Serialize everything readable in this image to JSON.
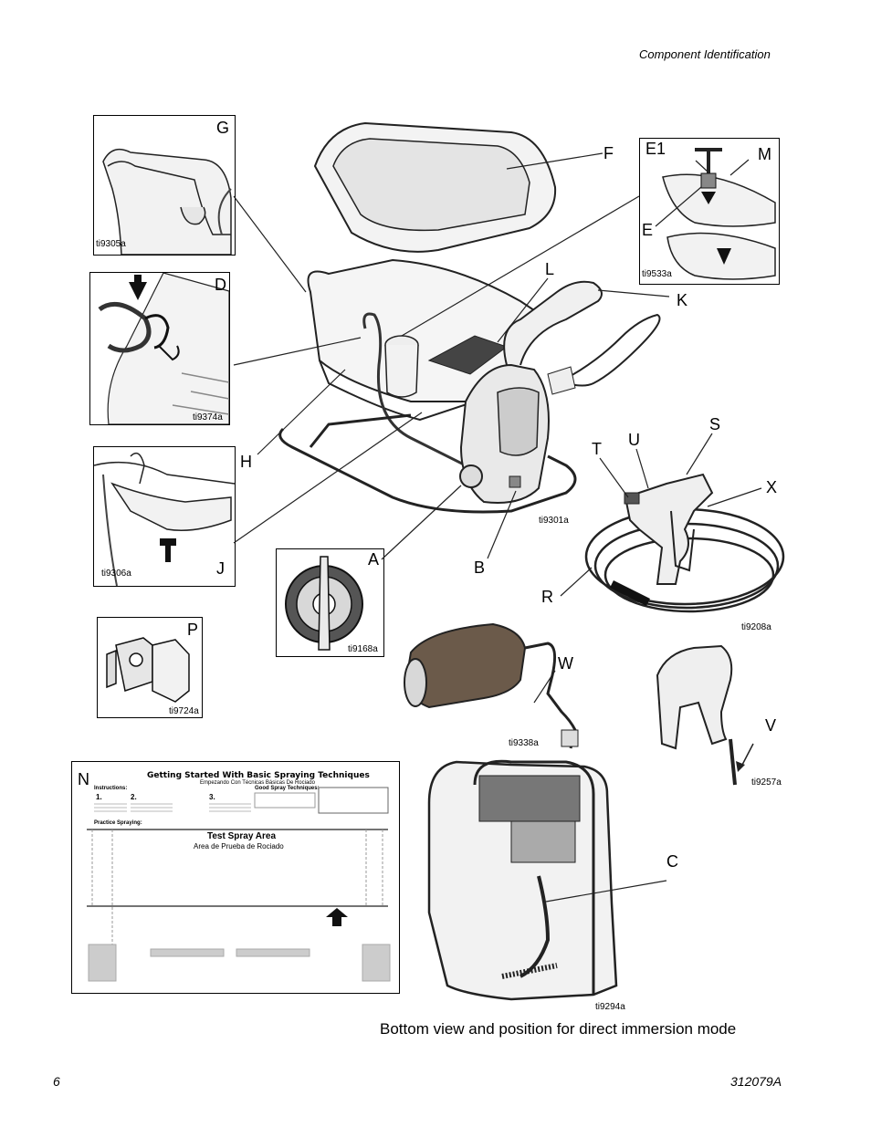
{
  "header": {
    "section_title": "Component Identification"
  },
  "footer": {
    "page_number": "6",
    "doc_number": "312079A"
  },
  "caption": "Bottom view and position for direct immersion mode",
  "labels": {
    "G": "G",
    "D": "D",
    "J": "J",
    "A": "A",
    "P": "P",
    "N": "N",
    "F": "F",
    "E1": "E1",
    "M": "M",
    "E": "E",
    "L": "L",
    "K": "K",
    "H": "H",
    "B": "B",
    "S": "S",
    "T": "T",
    "U": "U",
    "X": "X",
    "R": "R",
    "W": "W",
    "V": "V",
    "C": "C"
  },
  "figure_ids": {
    "ti9305a": "ti9305a",
    "ti9374a": "ti9374a",
    "ti9306a": "ti9306a",
    "ti9168a": "ti9168a",
    "ti9724a": "ti9724a",
    "ti9533a": "ti9533a",
    "ti9301a": "ti9301a",
    "ti9208a": "ti9208a",
    "ti9338a": "ti9338a",
    "ti9257a": "ti9257a",
    "ti9294a": "ti9294a"
  },
  "poster": {
    "title": "Getting Started With Basic Spraying Techniques",
    "subtitle": "Empezando Con Técnicas Básicas De Rociado",
    "instructions": "Instructions:",
    "good_spray": "Good Spray Techniques:",
    "practice": "Practice Spraying:",
    "step1": "1.",
    "step2": "2.",
    "step3": "3.",
    "test_area": "Test Spray Area",
    "test_area_es": "Area de Prueba de Rociado"
  }
}
